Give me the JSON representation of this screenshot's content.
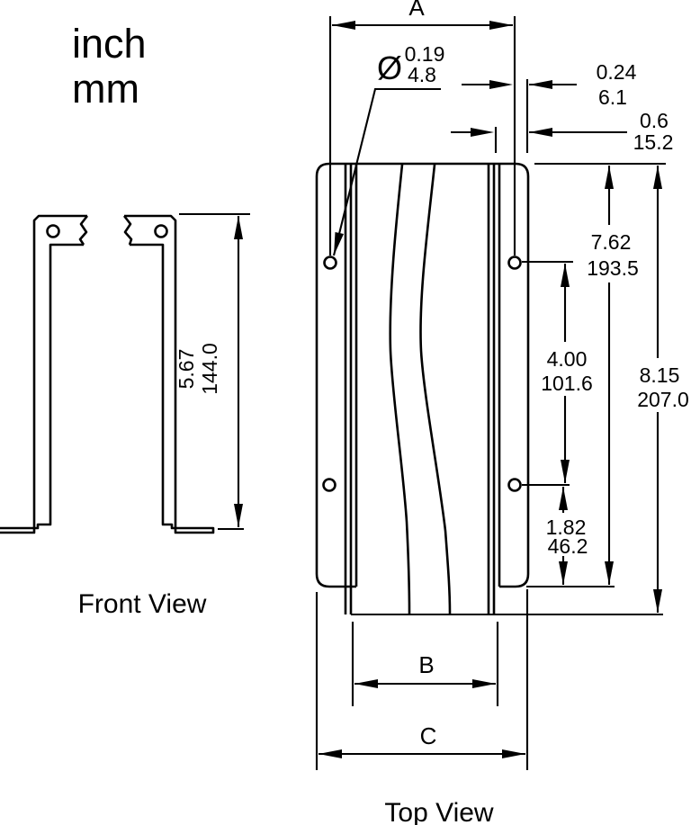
{
  "colors": {
    "line": "#000000",
    "background": "#ffffff",
    "text": "#000000"
  },
  "units_legend": {
    "inch_label": "inch",
    "mm_label": "mm"
  },
  "front_view": {
    "caption": "Front View",
    "height_dim": {
      "inch": "5.67",
      "mm": "144.0"
    }
  },
  "top_view": {
    "caption": "Top View",
    "dims": {
      "width_a": {
        "label": "A"
      },
      "width_b": {
        "label": "B"
      },
      "width_c": {
        "label": "C"
      },
      "hole_diameter": {
        "symbol": "Ø",
        "inch": "0.19",
        "mm": "4.8"
      },
      "hole_edge_offset": {
        "inch": "0.24",
        "mm": "6.1"
      },
      "flange_edge_offset": {
        "inch": "0.6",
        "mm": "15.2"
      },
      "body_height": {
        "inch": "7.62",
        "mm": "193.5"
      },
      "hole_spacing": {
        "inch": "4.00",
        "mm": "101.6"
      },
      "overall_height": {
        "inch": "8.15",
        "mm": "207.0"
      },
      "hole_bottom_offset": {
        "inch": "1.82",
        "mm": "46.2"
      }
    }
  }
}
